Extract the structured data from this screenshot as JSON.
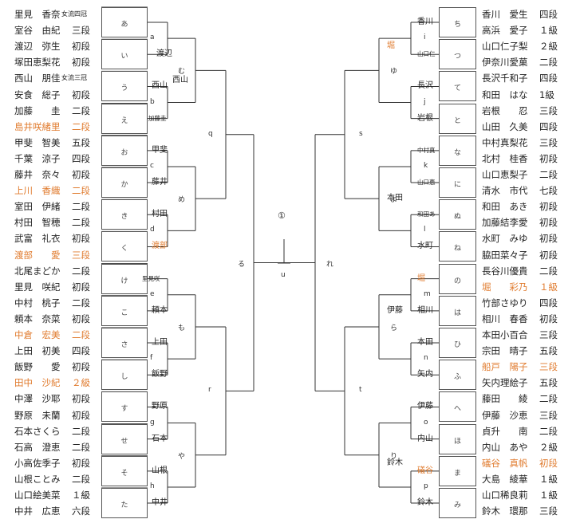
{
  "left_players": [
    {
      "name": "里見　香奈",
      "aff": "女流四冠",
      "rank": "",
      "adv": false
    },
    {
      "name": "室谷　由紀",
      "aff": "",
      "rank": "三段",
      "adv": false
    },
    {
      "name": "渡辺　弥生",
      "aff": "",
      "rank": "初段",
      "adv": false
    },
    {
      "name": "塚田恵梨花",
      "aff": "",
      "rank": "初段",
      "adv": false
    },
    {
      "name": "西山　朋佳",
      "aff": "女流三冠",
      "rank": "",
      "adv": false
    },
    {
      "name": "安食　総子",
      "aff": "",
      "rank": "初段",
      "adv": false
    },
    {
      "name": "加藤　　圭",
      "aff": "",
      "rank": "二段",
      "adv": false
    },
    {
      "name": "島井咲緒里",
      "aff": "",
      "rank": "二段",
      "adv": true
    },
    {
      "name": "甲斐　智美",
      "aff": "",
      "rank": "五段",
      "adv": false
    },
    {
      "name": "千葉　涼子",
      "aff": "",
      "rank": "四段",
      "adv": false
    },
    {
      "name": "藤井　奈々",
      "aff": "",
      "rank": "初段",
      "adv": false
    },
    {
      "name": "上川　香織",
      "aff": "",
      "rank": "二段",
      "adv": true
    },
    {
      "name": "室田　伊緒",
      "aff": "",
      "rank": "二段",
      "adv": false
    },
    {
      "name": "村田　智穂",
      "aff": "",
      "rank": "二段",
      "adv": false
    },
    {
      "name": "武富　礼衣",
      "aff": "",
      "rank": "初段",
      "adv": false
    },
    {
      "name": "渡部　　愛",
      "aff": "",
      "rank": "三段",
      "adv": true
    },
    {
      "name": "北尾まどか",
      "aff": "",
      "rank": "二段",
      "adv": false
    },
    {
      "name": "里見　咲紀",
      "aff": "",
      "rank": "初段",
      "adv": false
    },
    {
      "name": "中村　桃子",
      "aff": "",
      "rank": "二段",
      "adv": false
    },
    {
      "name": "頼本　奈菜",
      "aff": "",
      "rank": "初段",
      "adv": false
    },
    {
      "name": "中倉　宏美",
      "aff": "",
      "rank": "二段",
      "adv": true
    },
    {
      "name": "上田　初美",
      "aff": "",
      "rank": "四段",
      "adv": false
    },
    {
      "name": "飯野　　愛",
      "aff": "",
      "rank": "初段",
      "adv": false
    },
    {
      "name": "田中　沙紀",
      "aff": "",
      "rank": "２級",
      "adv": true
    },
    {
      "name": "中澤　沙耶",
      "aff": "",
      "rank": "初段",
      "adv": false
    },
    {
      "name": "野原　未蘭",
      "aff": "",
      "rank": "初段",
      "adv": false
    },
    {
      "name": "石本さくら",
      "aff": "",
      "rank": "二段",
      "adv": false
    },
    {
      "name": "石高　澄恵",
      "aff": "",
      "rank": "二段",
      "adv": false
    },
    {
      "name": "小高佐季子",
      "aff": "",
      "rank": "初段",
      "adv": false
    },
    {
      "name": "山根ことみ",
      "aff": "",
      "rank": "二段",
      "adv": false
    },
    {
      "name": "山口絵美菜",
      "aff": "",
      "rank": "１級",
      "adv": false
    },
    {
      "name": "中井　広恵",
      "aff": "",
      "rank": "六段",
      "adv": false
    }
  ],
  "right_players": [
    {
      "name": "香川　愛生",
      "rank": "四段",
      "adv": false
    },
    {
      "name": "高浜　愛子",
      "rank": "１級",
      "adv": false
    },
    {
      "name": "山口仁子梨",
      "rank": "２級",
      "adv": false
    },
    {
      "name": "伊奈川愛菓",
      "rank": "二段",
      "adv": false
    },
    {
      "name": "長沢千和子",
      "rank": "四段",
      "adv": false
    },
    {
      "name": "和田　はな",
      "rank": "1級",
      "adv": false
    },
    {
      "name": "岩根　　忍",
      "rank": "三段",
      "adv": false
    },
    {
      "name": "山田　久美",
      "rank": "四段",
      "adv": false
    },
    {
      "name": "中村真梨花",
      "rank": "三段",
      "adv": false
    },
    {
      "name": "北村　桂香",
      "rank": "初段",
      "adv": false
    },
    {
      "name": "山口恵梨子",
      "rank": "二段",
      "adv": false
    },
    {
      "name": "清水　市代",
      "rank": "七段",
      "adv": false
    },
    {
      "name": "和田　あき",
      "rank": "初段",
      "adv": false
    },
    {
      "name": "加藤結李愛",
      "rank": "初段",
      "adv": false
    },
    {
      "name": "水町　みゆ",
      "rank": "初段",
      "adv": false
    },
    {
      "name": "脇田菜々子",
      "rank": "初段",
      "adv": false
    },
    {
      "name": "長谷川優貴",
      "rank": "二段",
      "adv": false
    },
    {
      "name": "堀　　彩乃",
      "rank": "１級",
      "adv": true
    },
    {
      "name": "竹部さゆり",
      "rank": "四段",
      "adv": false
    },
    {
      "name": "相川　春香",
      "rank": "初段",
      "adv": false
    },
    {
      "name": "本田小百合",
      "rank": "三段",
      "adv": false
    },
    {
      "name": "宗田　晴子",
      "rank": "五段",
      "adv": false
    },
    {
      "name": "船戸　陽子",
      "rank": "三段",
      "adv": true
    },
    {
      "name": "矢内理絵子",
      "rank": "五段",
      "adv": false
    },
    {
      "name": "藤田　　綾",
      "rank": "二段",
      "adv": false
    },
    {
      "name": "伊藤　沙恵",
      "rank": "三段",
      "adv": false
    },
    {
      "name": "貞升　　南",
      "rank": "二段",
      "adv": false
    },
    {
      "name": "内山　あや",
      "rank": "２級",
      "adv": false
    },
    {
      "name": "礒谷　真帆",
      "rank": "初段",
      "adv": true
    },
    {
      "name": "大島　綾華",
      "rank": "１級",
      "adv": false
    },
    {
      "name": "山口稀良莉",
      "rank": "１級",
      "adv": false
    },
    {
      "name": "鈴木　環那",
      "rank": "三段",
      "adv": false
    }
  ],
  "left_match_labels": [
    "あ",
    "い",
    "う",
    "え",
    "お",
    "か",
    "き",
    "く",
    "け",
    "こ",
    "さ",
    "し",
    "す",
    "せ",
    "そ",
    "た"
  ],
  "right_match_labels": [
    "ち",
    "つ",
    "て",
    "と",
    "な",
    "に",
    "ぬ",
    "ね",
    "の",
    "は",
    "ひ",
    "ふ",
    "へ",
    "ほ",
    "ま",
    "み"
  ],
  "left_r2_labels": [
    "a",
    "b",
    "c",
    "d",
    "e",
    "f",
    "g",
    "h"
  ],
  "right_r2_labels": [
    "i",
    "j",
    "k",
    "l",
    "m",
    "n",
    "o",
    "p"
  ],
  "left_r3_labels": [
    "む",
    "め",
    "も",
    "や"
  ],
  "right_r3_labels": [
    "ゆ",
    "よ",
    "ら",
    "り"
  ],
  "left_r4_labels": [
    "q",
    "r"
  ],
  "right_r4_labels": [
    "s",
    "t"
  ],
  "semi_labels": [
    "る",
    "れ"
  ],
  "final_label": "u",
  "final_mark": "①",
  "left_winners": [
    {
      "text": "渡辺",
      "small": false,
      "adv": false
    },
    {
      "text": "西山",
      "small": false,
      "adv": false
    },
    {
      "text": "加藤圭",
      "small": true,
      "adv": false
    },
    {
      "text": "甲斐",
      "small": false,
      "adv": false
    },
    {
      "text": "藤井",
      "small": false,
      "adv": false
    },
    {
      "text": "村田",
      "small": false,
      "adv": false
    },
    {
      "text": "渡部",
      "small": false,
      "adv": true
    },
    {
      "text": "里見咲",
      "small": true,
      "adv": false
    },
    {
      "text": "頼本",
      "small": false,
      "adv": false
    },
    {
      "text": "上田",
      "small": false,
      "adv": false
    },
    {
      "text": "飯野",
      "small": false,
      "adv": false
    },
    {
      "text": "野原",
      "small": false,
      "adv": false
    },
    {
      "text": "石本",
      "small": false,
      "adv": false
    },
    {
      "text": "山根",
      "small": false,
      "adv": false
    },
    {
      "text": "中井",
      "small": false,
      "adv": false
    }
  ],
  "left_r3_winner": "西山",
  "right_winners": [
    {
      "text": "香川",
      "small": false,
      "adv": false
    },
    {
      "text": "山口仁",
      "small": true,
      "adv": false
    },
    {
      "text": "長沢",
      "small": false,
      "adv": false
    },
    {
      "text": "岩根",
      "small": false,
      "adv": false
    },
    {
      "text": "中村真",
      "small": true,
      "adv": false
    },
    {
      "text": "山口恵",
      "small": true,
      "adv": false
    },
    {
      "text": "和田あ",
      "small": true,
      "adv": false
    },
    {
      "text": "水町",
      "small": false,
      "adv": false
    },
    {
      "text": "堀",
      "small": false,
      "adv": true
    },
    {
      "text": "相川",
      "small": false,
      "adv": false
    },
    {
      "text": "本田",
      "small": false,
      "adv": false
    },
    {
      "text": "矢内",
      "small": false,
      "adv": false
    },
    {
      "text": "伊藤",
      "small": false,
      "adv": false
    },
    {
      "text": "内山",
      "small": false,
      "adv": false
    },
    {
      "text": "礒谷",
      "small": false,
      "adv": true
    },
    {
      "text": "鈴木",
      "small": false,
      "adv": false
    }
  ],
  "right_r3_winners": [
    {
      "text": "堀",
      "adv": true
    },
    {
      "text": "本田",
      "adv": false
    },
    {
      "text": "伊藤",
      "adv": false
    },
    {
      "text": "鈴木",
      "adv": false
    }
  ]
}
